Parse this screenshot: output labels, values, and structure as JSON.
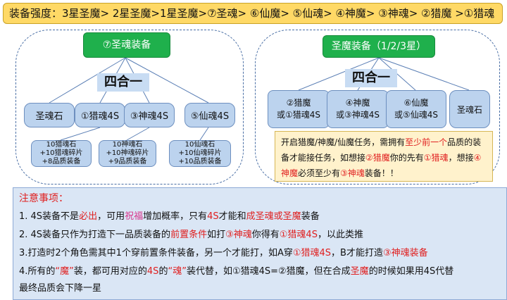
{
  "banner": {
    "text": "装备强度：3星圣魔> 2星圣魔>1星圣魔>⑦圣魂> ⑥仙魔> ⑤仙魂> ④神魔> ③神魂> ②猎魔 >①猎魂"
  },
  "left": {
    "top": "⑦圣魂装备",
    "merge": "四合一",
    "inputs": [
      "圣魂石",
      "①猎魂4S",
      "③神魂4S",
      "⑤仙魂4S"
    ],
    "materials": [
      [
        "10猎魂石",
        "+10猎魂碎片",
        "+8品质装备"
      ],
      [
        "10神魂石",
        "+10神魂碎片",
        "+9品质装备"
      ],
      [
        "10仙魂石",
        "+10仙魂碎片",
        "+10品质装备"
      ]
    ]
  },
  "right": {
    "top": "圣魔装备（1/2/3星）",
    "merge": "四合一",
    "inputs": [
      [
        "②猎魔",
        "或①猎魂4S"
      ],
      [
        "④神魔",
        "或③神魂4S"
      ],
      [
        "⑥仙魔",
        "或⑤仙魂4S"
      ],
      [
        "圣魂石"
      ]
    ],
    "note": {
      "p1": "开启猎魔/神魔/仙魔任务，需拥有",
      "r1": "至少前一个",
      "p2": "品质的装备才能接任务，如想接",
      "r2": "②猎魔",
      "p3": "你的先有",
      "r3": "①猎魂",
      "p4": "，想接",
      "r4": "④神魔",
      "p5": "必须至少有",
      "r5": "③神魂",
      "p6": "装备！！"
    }
  },
  "notes": {
    "title": "注意事项：",
    "l1": {
      "a": "1. 4S装备不是",
      "b": "必出",
      "c": "，可用",
      "d": "祝福",
      "e": "增加概率，只有",
      "f": "4S",
      "g": "才能和",
      "h": "成圣魂或圣魔",
      "i": "装备"
    },
    "l2": {
      "a": "2. 4S装备只作为打造下一品质装备的",
      "b": "前置条件",
      "c": "如打",
      "d": "③神魂",
      "e": "你得有",
      "f": "①猎魂4S",
      "g": "，以此类推"
    },
    "l3": {
      "a": "3.打造时2个角色需其中1个穿前置条件装备，另一个才能打，如A穿",
      "b": "①猎魂4S",
      "c": "，B才能打造",
      "d": "③神魂装备"
    },
    "l4": {
      "a": "4.所有的",
      "b": "“魔”",
      "c": "装，都可用对应的",
      "d": "4S",
      "e": "的",
      "f": "“魂”",
      "g": "装代替，如①猎魂4S=②猎魔，但在合成",
      "h": "圣魔",
      "i": "的时候如果用4S代替"
    },
    "l5": "最终品质会下降一星"
  },
  "colors": {
    "banner": "#ffd966",
    "green": "#1fb04c",
    "box": "#bcd3ee",
    "notes_bg": "#dae6f5",
    "red": "#e02020",
    "pink": "#d8338a"
  }
}
